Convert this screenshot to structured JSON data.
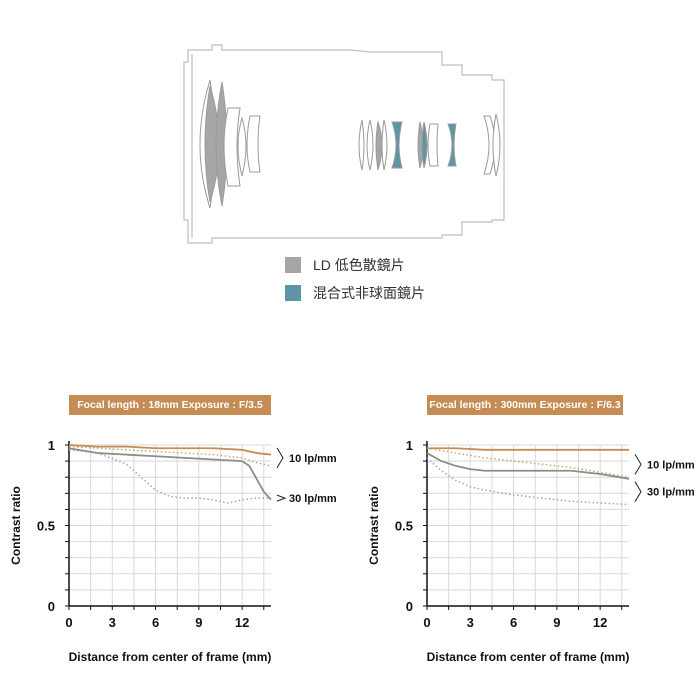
{
  "legend": [
    {
      "label": "LD 低色散鏡片",
      "color": "#a6a6a6",
      "icon": "gray-square"
    },
    {
      "label": "混合式非球面鏡片",
      "color": "#5b95a6",
      "icon": "teal-square"
    }
  ],
  "colors": {
    "lens_outline": "#bdbdbd",
    "ld_element": "#a6a6a6",
    "aspherical_element": "#5b95a6",
    "banner": "#c58c54",
    "sagittal_10": "#c58c54",
    "meridional_10": "#c9a06e",
    "sagittal_30": "#8c8c8c",
    "meridional_30": "#a0a0a0",
    "grid": "#d9d9d9"
  },
  "chart_data": [
    {
      "type": "line",
      "title": "Focal length : 18mm Exposure : F/3.5",
      "xlabel": "Distance from center of frame (mm)",
      "ylabel": "Contrast ratio",
      "xlim": [
        0,
        14
      ],
      "ylim": [
        0,
        1
      ],
      "xticks": [
        "0",
        "3",
        "6",
        "9",
        "12"
      ],
      "yticks": [
        "0",
        "0.5",
        "1"
      ],
      "grid": true,
      "annotations": [
        {
          "label": "10 lp/mm",
          "y": 0.92
        },
        {
          "label": "30 lp/mm",
          "y": 0.67
        }
      ],
      "series": [
        {
          "group": "10 lp/mm",
          "style": "solid",
          "color": "#c58c54",
          "x": [
            0,
            2,
            4,
            6,
            8,
            10,
            12,
            13,
            14
          ],
          "y": [
            1.0,
            0.99,
            0.99,
            0.98,
            0.98,
            0.98,
            0.97,
            0.95,
            0.94
          ]
        },
        {
          "group": "10 lp/mm",
          "style": "dotted",
          "color": "#c9a06e",
          "x": [
            0,
            2,
            4,
            6,
            8,
            10,
            12,
            13,
            14
          ],
          "y": [
            0.99,
            0.98,
            0.97,
            0.96,
            0.95,
            0.94,
            0.92,
            0.89,
            0.87
          ]
        },
        {
          "group": "30 lp/mm",
          "style": "solid",
          "color": "#8c8c8c",
          "x": [
            0,
            2,
            4,
            6,
            8,
            10,
            12,
            12.5,
            13,
            13.5,
            14
          ],
          "y": [
            0.98,
            0.95,
            0.94,
            0.93,
            0.92,
            0.91,
            0.9,
            0.87,
            0.79,
            0.71,
            0.66
          ]
        },
        {
          "group": "30 lp/mm",
          "style": "dotted",
          "color": "#a0a0a0",
          "x": [
            0,
            2,
            4,
            5,
            6,
            7,
            8,
            9,
            10,
            11,
            12,
            13,
            14
          ],
          "y": [
            0.97,
            0.95,
            0.88,
            0.8,
            0.72,
            0.68,
            0.67,
            0.67,
            0.66,
            0.64,
            0.66,
            0.67,
            0.67
          ]
        }
      ]
    },
    {
      "type": "line",
      "title": "Focal length : 300mm Exposure : F/6.3",
      "xlabel": "Distance from center of frame (mm)",
      "ylabel": "Contrast ratio",
      "xlim": [
        0,
        14
      ],
      "ylim": [
        0,
        1
      ],
      "xticks": [
        "0",
        "3",
        "6",
        "9",
        "12"
      ],
      "yticks": [
        "0",
        "0.5",
        "1"
      ],
      "grid": true,
      "annotations": [
        {
          "label": "10 lp/mm",
          "y": 0.88
        },
        {
          "label": "30 lp/mm",
          "y": 0.71
        }
      ],
      "series": [
        {
          "group": "10 lp/mm",
          "style": "solid",
          "color": "#c58c54",
          "x": [
            0,
            2,
            4,
            6,
            8,
            10,
            12,
            14
          ],
          "y": [
            0.98,
            0.98,
            0.97,
            0.97,
            0.97,
            0.97,
            0.97,
            0.97
          ]
        },
        {
          "group": "10 lp/mm",
          "style": "dotted",
          "color": "#c9a06e",
          "x": [
            0,
            2,
            4,
            6,
            8,
            10,
            12,
            14
          ],
          "y": [
            0.98,
            0.95,
            0.92,
            0.9,
            0.88,
            0.86,
            0.83,
            0.8
          ]
        },
        {
          "group": "30 lp/mm",
          "style": "solid",
          "color": "#8c8c8c",
          "x": [
            0,
            1,
            2,
            3,
            4,
            6,
            8,
            10,
            12,
            14
          ],
          "y": [
            0.95,
            0.9,
            0.87,
            0.85,
            0.84,
            0.84,
            0.84,
            0.84,
            0.82,
            0.79
          ]
        },
        {
          "group": "30 lp/mm",
          "style": "dotted",
          "color": "#a0a0a0",
          "x": [
            0,
            1,
            2,
            3,
            4,
            6,
            8,
            10,
            12,
            14
          ],
          "y": [
            0.92,
            0.84,
            0.78,
            0.74,
            0.72,
            0.69,
            0.67,
            0.65,
            0.64,
            0.63
          ]
        }
      ]
    }
  ]
}
